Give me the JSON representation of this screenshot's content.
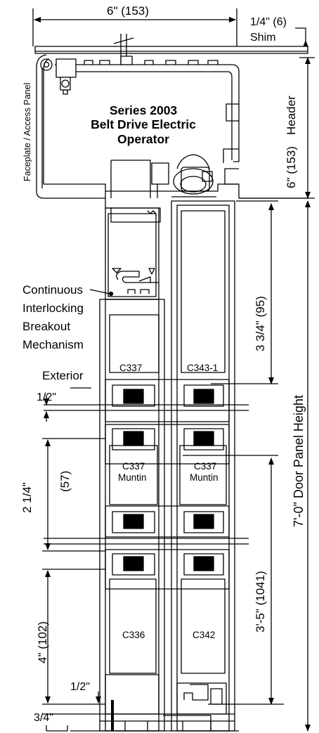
{
  "diagram": {
    "title_lines": [
      "Series 2003",
      "Belt Drive Electric",
      "Operator"
    ],
    "side_label": "Faceplate / Access Panel",
    "callout": [
      "Continuous",
      "Interlocking",
      "Breakout",
      "Mechanism"
    ],
    "exterior_label": "Exterior",
    "dimensions": {
      "top_width": "6\" (153)",
      "shim": "1/4\" (6)",
      "shim_label": "Shim",
      "header_height": "6\" (153)",
      "header_label": "Header",
      "rail_height": "3 3/4\" (95)",
      "door_panel_height": "7'-0\" Door Panel Height",
      "mid_height": "3'-5\" (1041)",
      "half_inch_upper": "1/2\"",
      "two_quarter": "2 1/4\"",
      "two_quarter_mm": "(57)",
      "four_inch": "4\" (102)",
      "half_inch_lower": "1/2\"",
      "three_quarter": "3/4\""
    },
    "parts": {
      "c337_top": "C337",
      "c343": "C343-1",
      "muntin_left_code": "C337",
      "muntin_left_name": "Muntin",
      "muntin_right_code": "C337",
      "muntin_right_name": "Muntin",
      "c336": "C336",
      "c342": "C342"
    }
  }
}
